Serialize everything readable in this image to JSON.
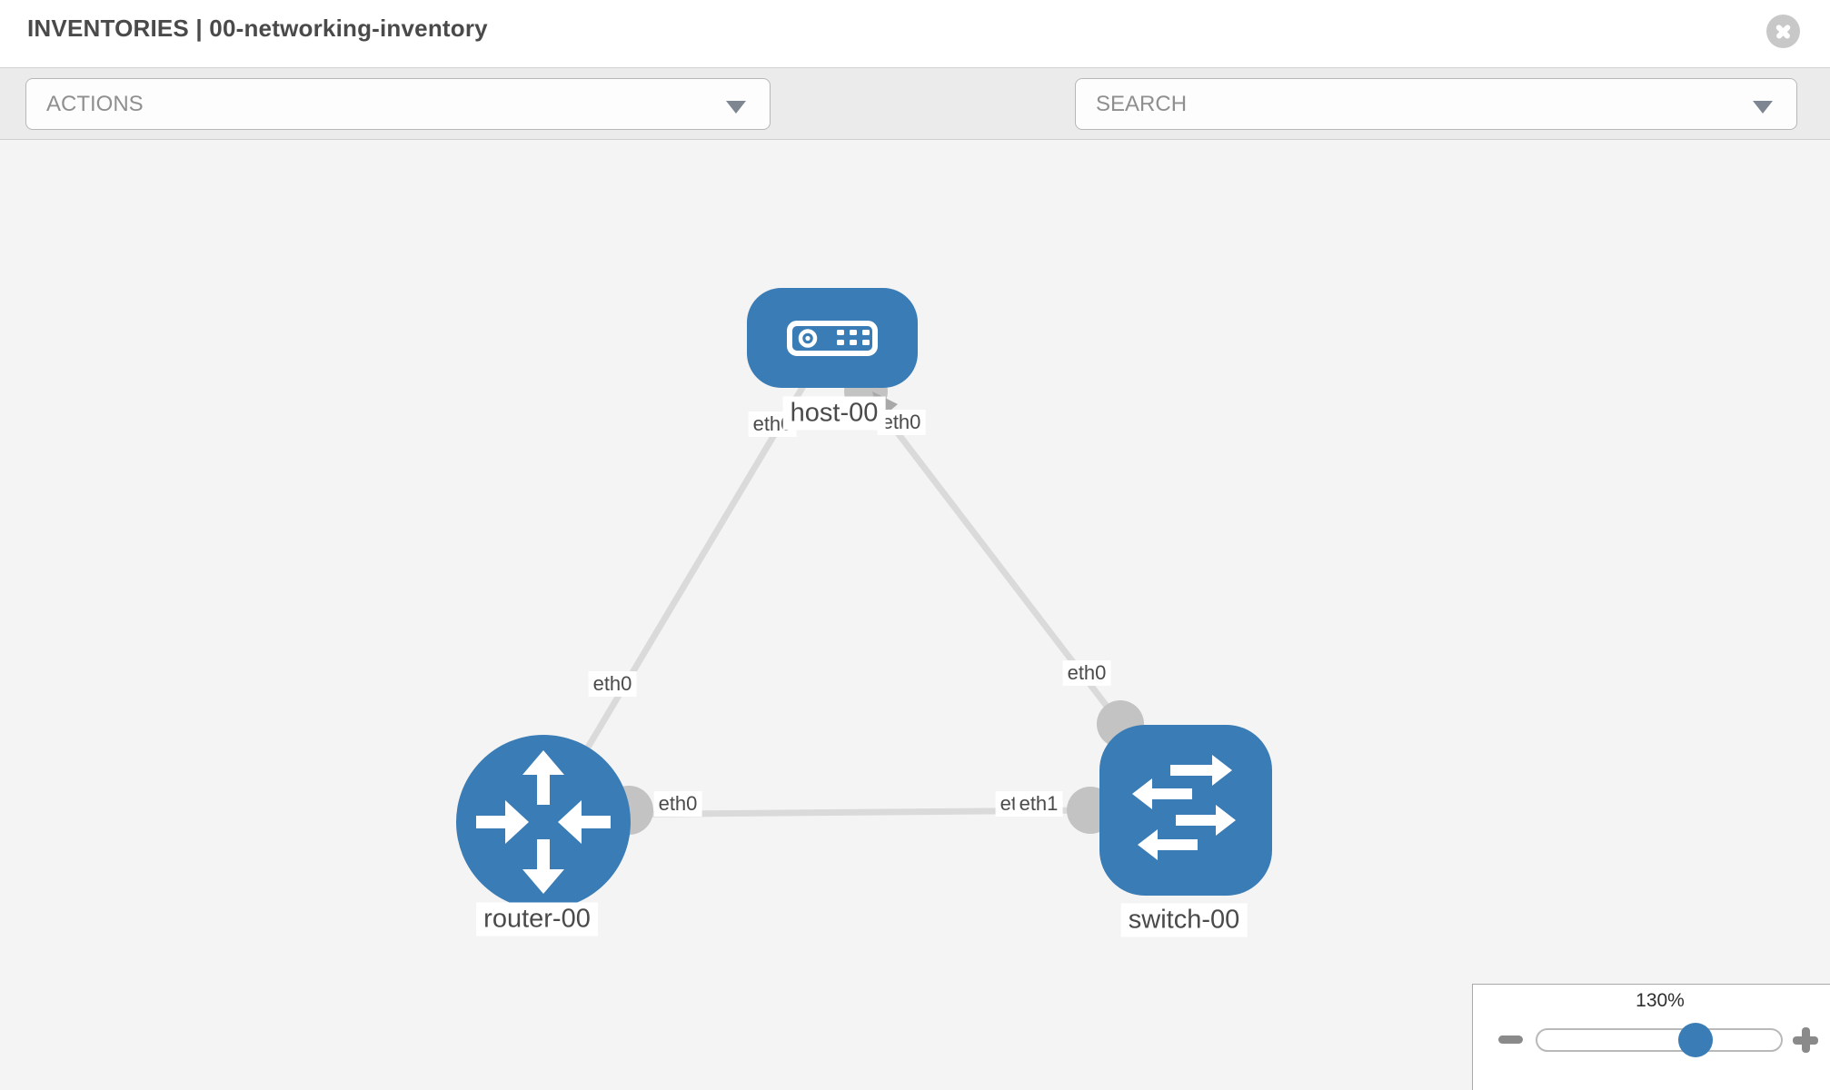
{
  "header": {
    "title": "INVENTORIES | 00-networking-inventory"
  },
  "toolbar": {
    "actions_placeholder": "ACTIONS",
    "search_placeholder": "SEARCH"
  },
  "topology": {
    "nodes": {
      "host": {
        "label": "host-00",
        "type": "host"
      },
      "router": {
        "label": "router-00",
        "type": "router"
      },
      "switch": {
        "label": "switch-00",
        "type": "switch"
      }
    },
    "interfaces": {
      "host_left": "eth0",
      "host_right": "eth0",
      "host_router_link": "eth0",
      "router_link": "eth0",
      "switch_link_back": "eth0",
      "switch_link_front": "eth1",
      "switch_top": "eth0"
    },
    "edges": [
      {
        "from": "host-00",
        "to": "router-00"
      },
      {
        "from": "host-00",
        "to": "switch-00"
      },
      {
        "from": "router-00",
        "to": "switch-00"
      }
    ]
  },
  "zoom_panel": {
    "level": "130%"
  },
  "icons": {
    "close": "x-circle",
    "wrench": "wrench",
    "key": "key",
    "actions_caret": "caret-down",
    "search_caret": "caret-down",
    "zoom_out": "minus",
    "zoom_in": "plus"
  },
  "colors": {
    "node_blue": "#3a7cb6",
    "edge_gray": "#dadada",
    "connector_gray": "#c3c3c3",
    "arrowhead_gray": "#a9a9a9",
    "slider_knob_blue": "#3a7cb6"
  }
}
